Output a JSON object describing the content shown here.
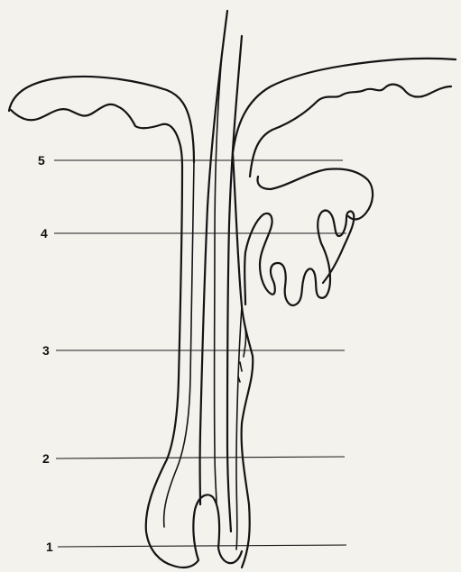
{
  "diagram": {
    "markers": [
      {
        "label": "5"
      },
      {
        "label": "4"
      },
      {
        "label": "3"
      },
      {
        "label": "2"
      },
      {
        "label": "1"
      }
    ]
  },
  "colors": {
    "ink": "#141414",
    "paper": "#f3f2ed"
  }
}
